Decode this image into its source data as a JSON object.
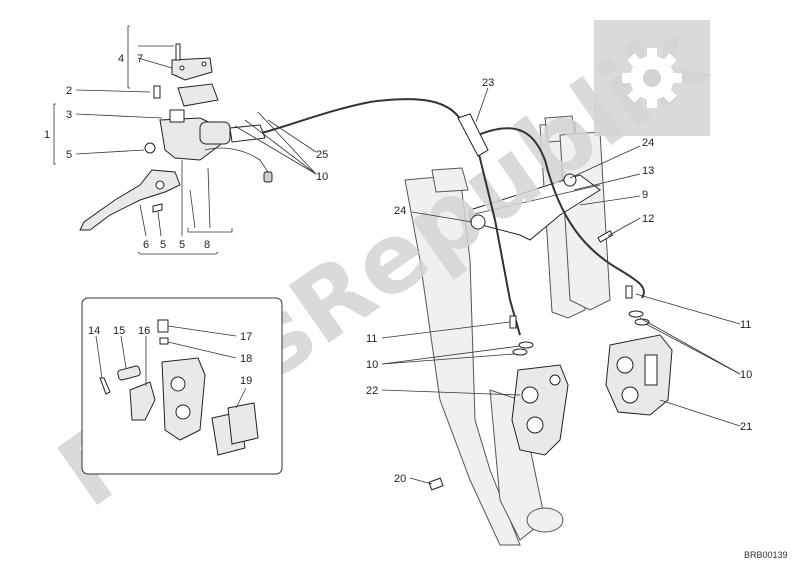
{
  "watermark": {
    "text": "PartsRepublik",
    "color": "#d4d4d4",
    "icon": "gear-icon"
  },
  "diagram_code": "BRB00139",
  "callouts": {
    "n1": "1",
    "n2": "2",
    "n3": "3",
    "n4": "4",
    "n5a": "5",
    "n5b": "5",
    "n6": "6",
    "n7": "7",
    "n8": "8",
    "n9": "9",
    "n10a": "10",
    "n10b": "10",
    "n10c": "10",
    "n11a": "11",
    "n11b": "11",
    "n12": "12",
    "n13": "13",
    "n14": "14",
    "n15": "15",
    "n16": "16",
    "n17": "17",
    "n18": "18",
    "n19": "19",
    "n20": "20",
    "n21": "21",
    "n22": "22",
    "n23": "23",
    "n24a": "24",
    "n24b": "24",
    "n25": "25"
  },
  "colors": {
    "line": "#222222",
    "part_fill": "#e9e9e9",
    "background": "#ffffff"
  }
}
